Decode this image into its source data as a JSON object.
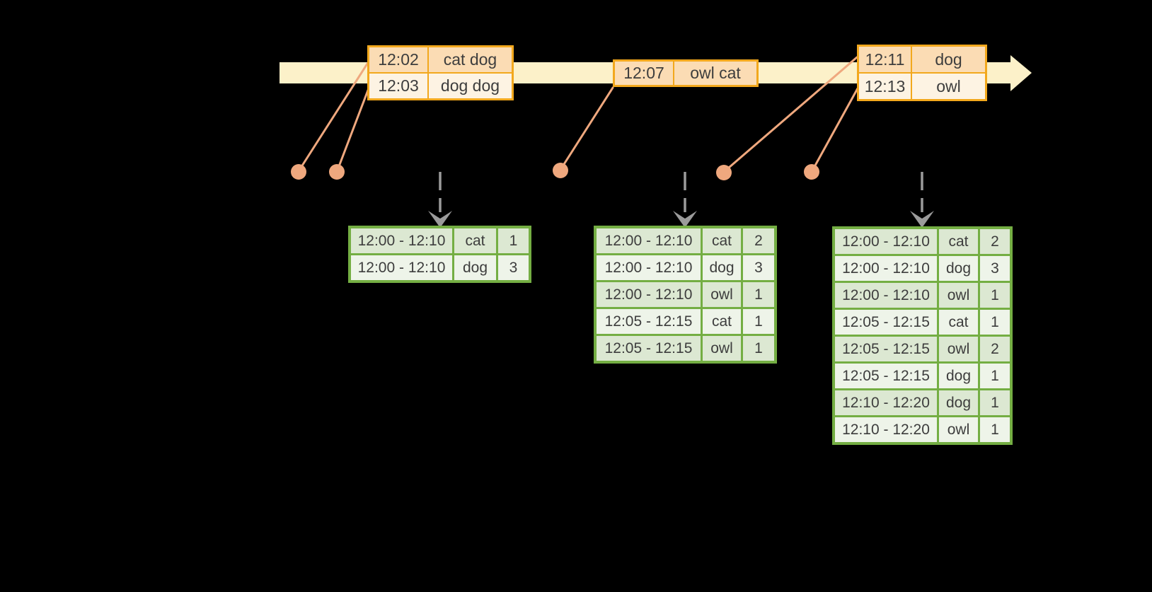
{
  "diagram": {
    "colors": {
      "background": "#000000",
      "timeline_fill": "#FCF1C9",
      "event_border": "#F2A81D",
      "event_row_fill_primary": "#FBDCB4",
      "event_row_fill_secondary": "#FDF3E3",
      "connector": "#EFA87E",
      "trigger_arrow": "#9B9B9B",
      "result_border": "#74AE43",
      "result_row_fill_dark": "#DCE8D2",
      "result_row_fill_light": "#EEF4E9",
      "cell_text": "#3D3D3D"
    },
    "icons": {
      "timeline_arrowhead": "right-arrowhead",
      "trigger_arrow": "dashed-down-arrow",
      "event_marker": "dot"
    },
    "event_tables": [
      {
        "rows": [
          {
            "time": "12:02",
            "words": "cat dog"
          },
          {
            "time": "12:03",
            "words": "dog dog"
          }
        ]
      },
      {
        "rows": [
          {
            "time": "12:07",
            "words": "owl cat"
          }
        ]
      },
      {
        "rows": [
          {
            "time": "12:11",
            "words": "dog"
          },
          {
            "time": "12:13",
            "words": "owl"
          }
        ]
      }
    ],
    "result_tables": [
      {
        "rows": [
          [
            "12:00 - 12:10",
            "cat",
            "1"
          ],
          [
            "12:00 - 12:10",
            "dog",
            "3"
          ]
        ]
      },
      {
        "rows": [
          [
            "12:00 - 12:10",
            "cat",
            "2"
          ],
          [
            "12:00 - 12:10",
            "dog",
            "3"
          ],
          [
            "12:00 - 12:10",
            "owl",
            "1"
          ],
          [
            "12:05 - 12:15",
            "cat",
            "1"
          ],
          [
            "12:05 - 12:15",
            "owl",
            "1"
          ]
        ]
      },
      {
        "rows": [
          [
            "12:00 - 12:10",
            "cat",
            "2"
          ],
          [
            "12:00 - 12:10",
            "dog",
            "3"
          ],
          [
            "12:00 - 12:10",
            "owl",
            "1"
          ],
          [
            "12:05 - 12:15",
            "cat",
            "1"
          ],
          [
            "12:05 - 12:15",
            "owl",
            "2"
          ],
          [
            "12:05 - 12:15",
            "dog",
            "1"
          ],
          [
            "12:10 - 12:20",
            "dog",
            "1"
          ],
          [
            "12:10 - 12:20",
            "owl",
            "1"
          ]
        ]
      }
    ]
  }
}
